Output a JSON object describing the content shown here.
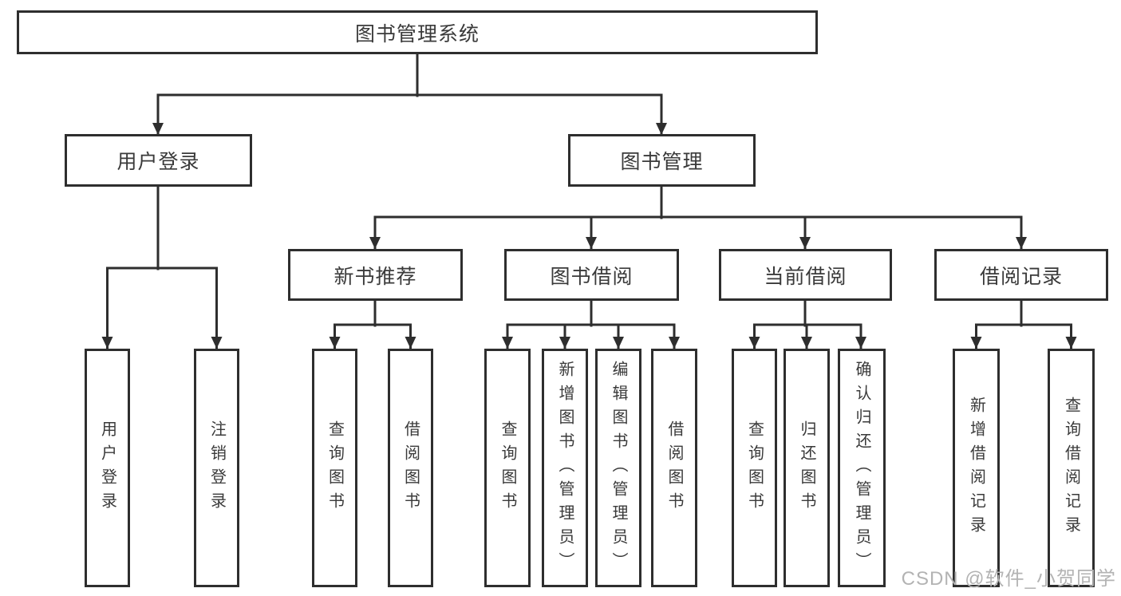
{
  "tree": {
    "root": {
      "label": "图书管理系统"
    },
    "children": [
      {
        "label": "用户登录",
        "children": [
          {
            "label": "用户登录"
          },
          {
            "label": "注销登录"
          }
        ]
      },
      {
        "label": "图书管理",
        "children": [
          {
            "label": "新书推荐",
            "children": [
              {
                "label": "查询图书"
              },
              {
                "label": "借阅图书"
              }
            ]
          },
          {
            "label": "图书借阅",
            "children": [
              {
                "label": "查询图书"
              },
              {
                "label": "新增图书（管理员）"
              },
              {
                "label": "编辑图书（管理员）"
              },
              {
                "label": "借阅图书"
              }
            ]
          },
          {
            "label": "当前借阅",
            "children": [
              {
                "label": "查询图书"
              },
              {
                "label": "归还图书"
              },
              {
                "label": "确认归还（管理员）"
              }
            ]
          },
          {
            "label": "借阅记录",
            "children": [
              {
                "label": "新增借阅记录"
              },
              {
                "label": "查询借阅记录"
              }
            ]
          }
        ]
      }
    ]
  },
  "watermark": {
    "text": "CSDN @软件_小贺同学"
  },
  "colors": {
    "line": "#2e2e2e",
    "text": "#3a3a3a",
    "background": "#ffffff",
    "watermark": "#b3b3b3"
  }
}
